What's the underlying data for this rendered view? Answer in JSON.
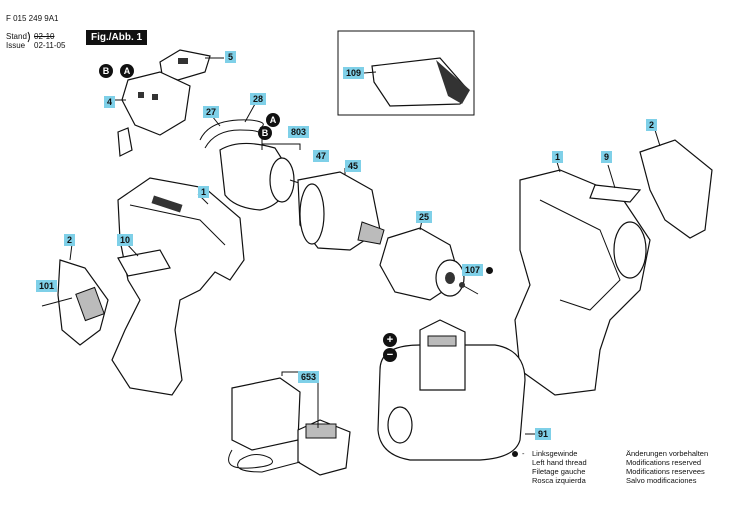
{
  "header": {
    "doc_number": "F 015 249 9A1",
    "stand_label": "Stand",
    "issue_label": "Issue",
    "stand_value": "02-10",
    "issue_value": "02-11-05",
    "figure_label": "Fig./Abb. 1"
  },
  "labels": {
    "p5": "5",
    "p4": "4",
    "p27": "27",
    "p28": "28",
    "p803": "803",
    "p47": "47",
    "p45": "45",
    "p1a": "1",
    "p10": "10",
    "p2a": "2",
    "p101": "101",
    "p25": "25",
    "p107": "107",
    "p109": "109",
    "p653": "653",
    "p91": "91",
    "p1b": "1",
    "p9": "9",
    "p2b": "2"
  },
  "markers": {
    "a1": "A",
    "b1": "B",
    "a2": "A",
    "b2": "B",
    "plus": "+",
    "minus": "−"
  },
  "legend": {
    "lines": [
      "Linksgewinde",
      "Left hand thread",
      "Filetage gauche",
      "Rosca izquierda"
    ]
  },
  "modifications": {
    "lines": [
      "Änderungen vorbehalten",
      "Modifications reserved",
      "Modifications reservees",
      "Salvo modificaciones"
    ]
  }
}
